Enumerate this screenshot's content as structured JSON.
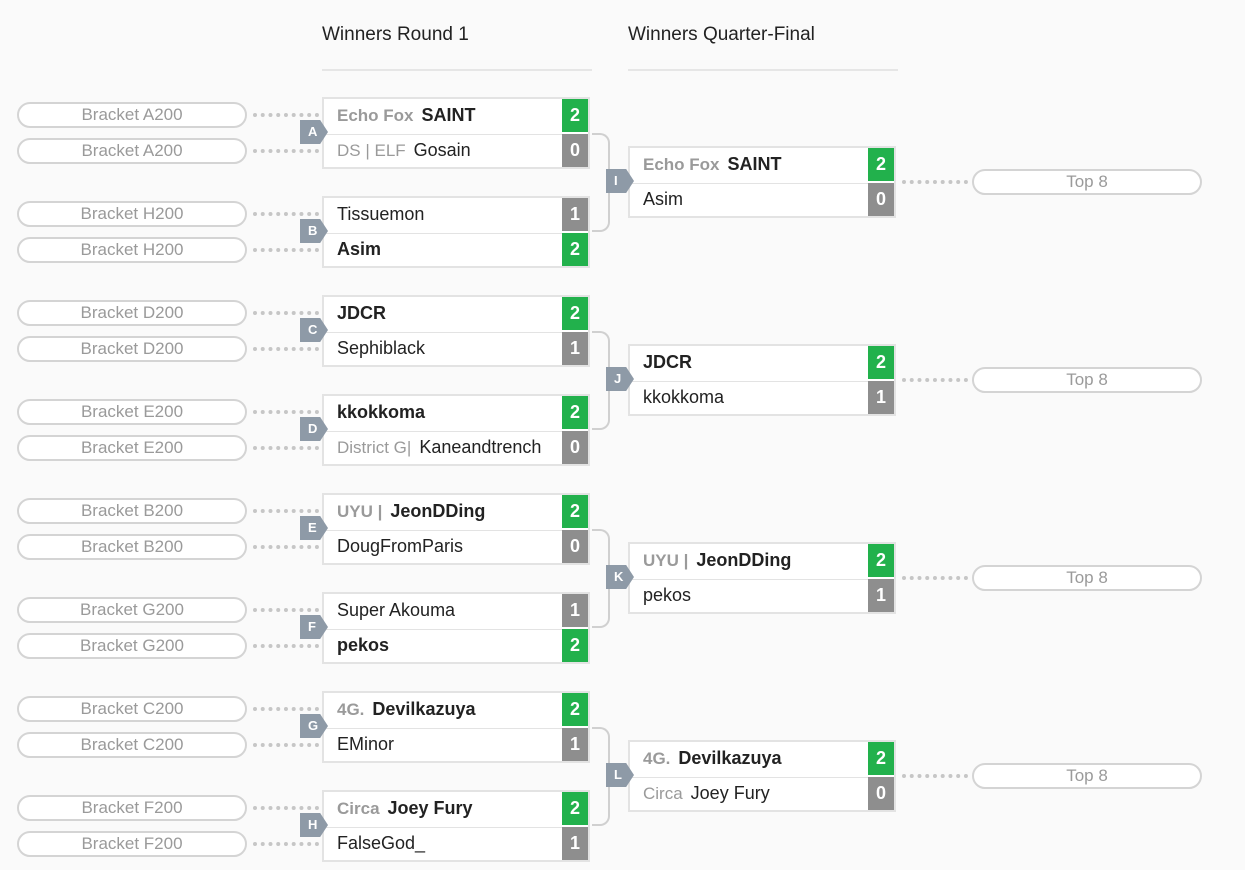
{
  "rounds": [
    {
      "title": "Winners Round 1"
    },
    {
      "title": "Winners Quarter-Final"
    }
  ],
  "seeds": [
    "Bracket A200",
    "Bracket A200",
    "Bracket H200",
    "Bracket H200",
    "Bracket D200",
    "Bracket D200",
    "Bracket E200",
    "Bracket E200",
    "Bracket B200",
    "Bracket B200",
    "Bracket G200",
    "Bracket G200",
    "Bracket C200",
    "Bracket C200",
    "Bracket F200",
    "Bracket F200"
  ],
  "r1": [
    {
      "tag": "A",
      "p1": {
        "prefix": "Echo Fox",
        "name": "SAINT",
        "score": "2",
        "win": true
      },
      "p2": {
        "prefix": "DS | ELF",
        "name": "Gosain",
        "score": "0",
        "win": false
      }
    },
    {
      "tag": "B",
      "p1": {
        "prefix": "",
        "name": "Tissuemon",
        "score": "1",
        "win": false
      },
      "p2": {
        "prefix": "",
        "name": "Asim",
        "score": "2",
        "win": true
      }
    },
    {
      "tag": "C",
      "p1": {
        "prefix": "",
        "name": "JDCR",
        "score": "2",
        "win": true
      },
      "p2": {
        "prefix": "",
        "name": "Sephiblack",
        "score": "1",
        "win": false
      }
    },
    {
      "tag": "D",
      "p1": {
        "prefix": "",
        "name": "kkokkoma",
        "score": "2",
        "win": true
      },
      "p2": {
        "prefix": "District G|",
        "name": "Kaneandtrench",
        "score": "0",
        "win": false
      }
    },
    {
      "tag": "E",
      "p1": {
        "prefix": "UYU |",
        "name": "JeonDDing",
        "score": "2",
        "win": true
      },
      "p2": {
        "prefix": "",
        "name": "DougFromParis",
        "score": "0",
        "win": false
      }
    },
    {
      "tag": "F",
      "p1": {
        "prefix": "",
        "name": "Super Akouma",
        "score": "1",
        "win": false
      },
      "p2": {
        "prefix": "",
        "name": "pekos",
        "score": "2",
        "win": true
      }
    },
    {
      "tag": "G",
      "p1": {
        "prefix": "4G.",
        "name": "Devilkazuya",
        "score": "2",
        "win": true
      },
      "p2": {
        "prefix": "",
        "name": "EMinor",
        "score": "1",
        "win": false
      }
    },
    {
      "tag": "H",
      "p1": {
        "prefix": "Circa",
        "name": "Joey Fury",
        "score": "2",
        "win": true
      },
      "p2": {
        "prefix": "",
        "name": "FalseGod_",
        "score": "1",
        "win": false
      }
    }
  ],
  "qf": [
    {
      "tag": "I",
      "p1": {
        "prefix": "Echo Fox",
        "name": "SAINT",
        "score": "2",
        "win": true
      },
      "p2": {
        "prefix": "",
        "name": "Asim",
        "score": "0",
        "win": false
      }
    },
    {
      "tag": "J",
      "p1": {
        "prefix": "",
        "name": "JDCR",
        "score": "2",
        "win": true
      },
      "p2": {
        "prefix": "",
        "name": "kkokkoma",
        "score": "1",
        "win": false
      }
    },
    {
      "tag": "K",
      "p1": {
        "prefix": "UYU |",
        "name": "JeonDDing",
        "score": "2",
        "win": true
      },
      "p2": {
        "prefix": "",
        "name": "pekos",
        "score": "1",
        "win": false
      }
    },
    {
      "tag": "L",
      "p1": {
        "prefix": "4G.",
        "name": "Devilkazuya",
        "score": "2",
        "win": true
      },
      "p2": {
        "prefix": "Circa",
        "name": "Joey Fury",
        "score": "0",
        "win": false
      }
    }
  ],
  "next": [
    "Top 8",
    "Top 8",
    "Top 8",
    "Top 8"
  ]
}
